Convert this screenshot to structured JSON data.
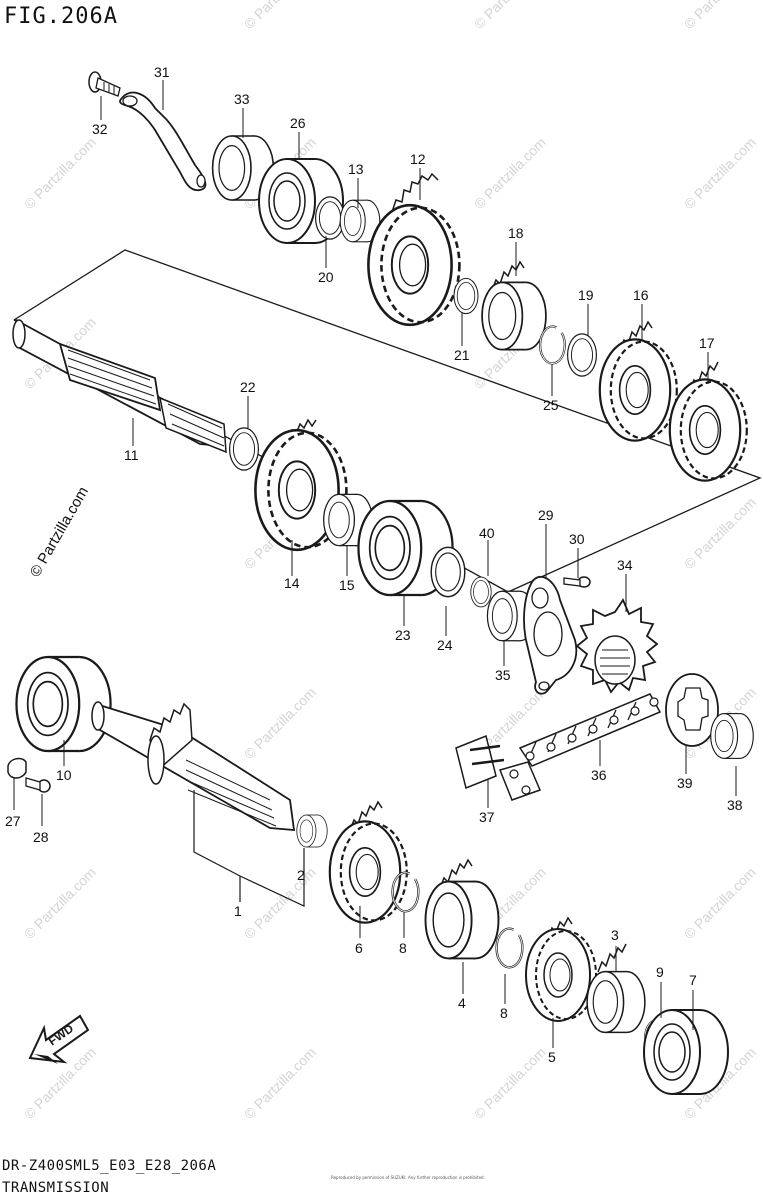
{
  "header": {
    "figure": "FIG.206A"
  },
  "footer": {
    "model": "DR-Z400SML5_E03_E28_206A",
    "section": "TRANSMISSION",
    "copyright": "Reproduced by permission of SUZUKI. Any further reproduction is prohibited."
  },
  "watermark": {
    "main": "© Partzilla.com",
    "tile": "© Partzilla.com"
  },
  "fwd_label": "FWD",
  "callouts": {
    "p1": "1",
    "p2": "2",
    "p3": "3",
    "p4": "4",
    "p5": "5",
    "p6": "6",
    "p7": "7",
    "p8a": "8",
    "p8b": "8",
    "p9": "9",
    "p10": "10",
    "p11": "11",
    "p12": "12",
    "p13": "13",
    "p14": "14",
    "p15": "15",
    "p16": "16",
    "p17": "17",
    "p18": "18",
    "p19": "19",
    "p20": "20",
    "p21": "21",
    "p22": "22",
    "p23": "23",
    "p24": "24",
    "p25": "25",
    "p26": "26",
    "p27": "27",
    "p28": "28",
    "p29": "29",
    "p30": "30",
    "p31": "31",
    "p32": "32",
    "p33": "33",
    "p34": "34",
    "p35": "35",
    "p36": "36",
    "p37": "37",
    "p38": "38",
    "p39": "39",
    "p40": "40"
  },
  "colors": {
    "line": "#1a1a1a",
    "watermark": "#d4d4d4",
    "background": "#ffffff"
  }
}
